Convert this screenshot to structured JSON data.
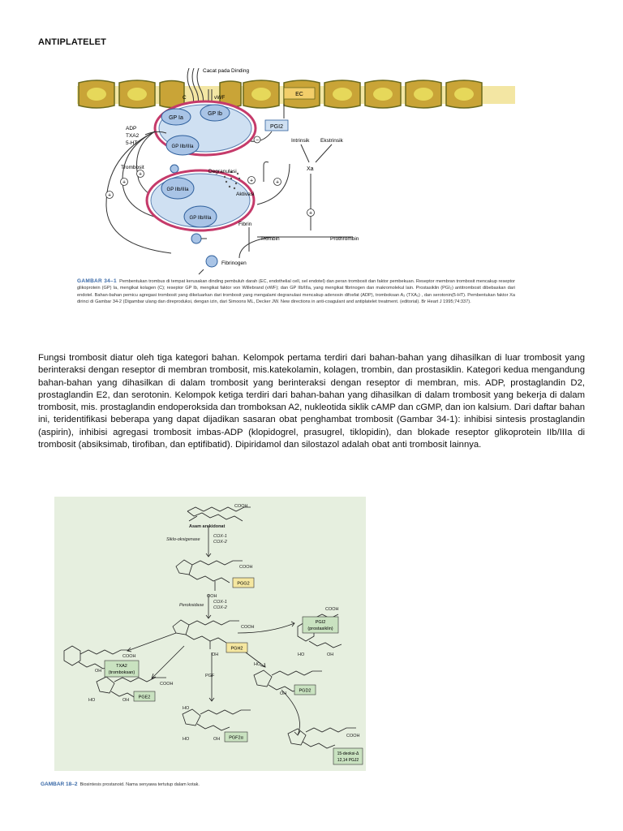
{
  "heading": "ANTIPLATELET",
  "figure1": {
    "top_label": "Cacat pada Dinding",
    "labels": {
      "c": "C",
      "vwf": "vWF",
      "ec": "EC",
      "gp_ia": "GP Ia",
      "gp_ib": "GP Ib",
      "gp_iib_iiia": "GP IIb/IIIa",
      "gp_iib_iiia_2": "GP IIb/IIIa",
      "gp_iib_iiia_3": "GP IIb/IIIa",
      "pgi2": "PGI2",
      "adp": "ADP",
      "txa2": "TXA2",
      "ht": "5-HT",
      "intrinsik": "Intrinsik",
      "ekstrinsik": "Ekstrinsik",
      "xa": "Xa",
      "trombosit": "Trombosit",
      "degranulasi": "Degranulasi",
      "aktivasi": "Aktivasi",
      "fibrin": "Fibrin",
      "trombin": "Trombin",
      "protrombin": "Prothrombin",
      "fibrinogen": "Fibrinogen",
      "minus": "−",
      "plus": "+"
    },
    "caption_label": "GAMBAR 34–1",
    "caption_text": "Pembentukan trombus di tempat kerusakan dinding pembuluh darah (EC, endothelial cell, sel endotel) dan peran trombosit dan faktor pembekuan. Reseptor membran trombosit mencakup reseptor glikoprotein (GP) Ia, mengikat kolagen (C); reseptor GP Ib, mengikat faktor von Willebrand (vWF); dan GP IIb/IIIa, yang mengikat fibrinogen dan makromolekul lain. Prostasiklin (PGI₂) antitrombosit dibebaskan dari endotel. Bahan-bahan pemicu agregasi trombosit yang dikeluarkan dari trombosit yang mengalami degranulasi mencakup adenosin difosfat (ADP), tromboksan A₂ (TXA₂) , dan serotonin(5-HT). Pembentukan faktor Xa dirinci di Gambar 34-2 (Digambar ulang dan direproduksi, dengan izin, dari Simoons ML, Decker JW. New directions in anti-coagulant and antiplatelet treatment. (editorial). Br Heart J 1995;74:337)."
  },
  "paragraph": "Fungsi trombosit diatur oleh tiga kategori bahan. Kelompok pertama terdiri dari bahan-bahan yang dihasilkan di luar trombosit yang berinteraksi dengan reseptor di membran trombosit, mis.katekolamin, kolagen, trombin, dan prostasiklin. Kategori kedua mengandung bahan-bahan yang dihasilkan di dalam trombosit yang berinteraksi dengan reseptor di membran, mis. ADP, prostaglandin D2, prostaglandin E2, dan serotonin. Kelompok ketiga terdiri dari bahan-bahan yang dihasilkan di dalam trombosit yang bekerja di dalam trombosit, mis. prostaglandin endoperoksida dan tromboksan A2, nukleotida siklik cAMP dan cGMP, dan ion kalsium. Dari daftar bahan ini, teridentifikasi beberapa yang dapat dijadikan sasaran obat penghambat trombosit (Gambar 34-1): inhibisi sintesis prostaglandin (aspirin), inhibisi agregasi trombosit imbas-ADP (klopidogrel, prasugrel, tiklopidin), dan blokade reseptor glikoprotein IIb/IIIa di trombosit (absiksimab, tirofiban, dan eptifibatid). Dipiridamol dan silostazol adalah obat anti trombosit lainnya.",
  "figure2": {
    "labels": {
      "cooh": "COOH",
      "asam": "Asam arakidonat",
      "siklo": "Siklo-oksigenase",
      "cox": "COX-1",
      "cox2": "COX-2",
      "pgg2": "PGG2",
      "ooh": "OOH",
      "peroksidase": "Peroksidase",
      "pgh2": "PGH2",
      "oh": "OH",
      "ho": "HO",
      "pgi2": "PGI2",
      "prostasiklin": "(prostasiklin)",
      "txa2": "TXA2",
      "tromboksan": "(tromboksan)",
      "pgf": "PGF",
      "pge2": "PGE2",
      "pgd2": "PGD2",
      "pgf2a": "PGF2α",
      "deoksi": "15-deoksi-Δ",
      "pgj2": "12,14 PGJ2"
    }
  },
  "caption2": {
    "label": "GAMBAR 18–2",
    "text": "Biosintesis prostanoid. Nama senyawa tertutup dalam kotak."
  }
}
